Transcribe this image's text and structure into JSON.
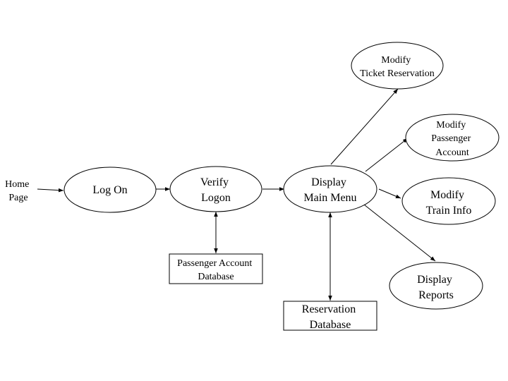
{
  "colors": {
    "background": "#ffffff",
    "stroke": "#000000",
    "text": "#000000"
  },
  "nodes": {
    "home_page": {
      "lines": [
        "Home",
        "Page"
      ]
    },
    "log_on": {
      "lines": [
        "Log On"
      ]
    },
    "verify_logon": {
      "lines": [
        "Verify",
        "Logon"
      ]
    },
    "display_main_menu": {
      "lines": [
        "Display",
        "Main Menu"
      ]
    },
    "modify_ticket_reservation": {
      "lines": [
        "Modify",
        "Ticket Reservation"
      ]
    },
    "modify_passenger_account": {
      "lines": [
        "Modify",
        "Passenger",
        "Account"
      ]
    },
    "modify_train_info": {
      "lines": [
        "Modify",
        "Train Info"
      ]
    },
    "display_reports": {
      "lines": [
        "Display",
        "Reports"
      ]
    },
    "passenger_account_database": {
      "lines": [
        "Passenger Account",
        "Database"
      ]
    },
    "reservation_database": {
      "lines": [
        "Reservation",
        "Database"
      ]
    }
  },
  "edges": [
    {
      "from": "home_page",
      "to": "log_on",
      "direction": "forward"
    },
    {
      "from": "log_on",
      "to": "verify_logon",
      "direction": "forward"
    },
    {
      "from": "verify_logon",
      "to": "display_main_menu",
      "direction": "forward"
    },
    {
      "from": "display_main_menu",
      "to": "modify_ticket_reservation",
      "direction": "forward"
    },
    {
      "from": "display_main_menu",
      "to": "modify_passenger_account",
      "direction": "forward"
    },
    {
      "from": "display_main_menu",
      "to": "modify_train_info",
      "direction": "forward"
    },
    {
      "from": "display_main_menu",
      "to": "display_reports",
      "direction": "forward"
    },
    {
      "from": "verify_logon",
      "to": "passenger_account_database",
      "direction": "both"
    },
    {
      "from": "display_main_menu",
      "to": "reservation_database",
      "direction": "both"
    }
  ]
}
